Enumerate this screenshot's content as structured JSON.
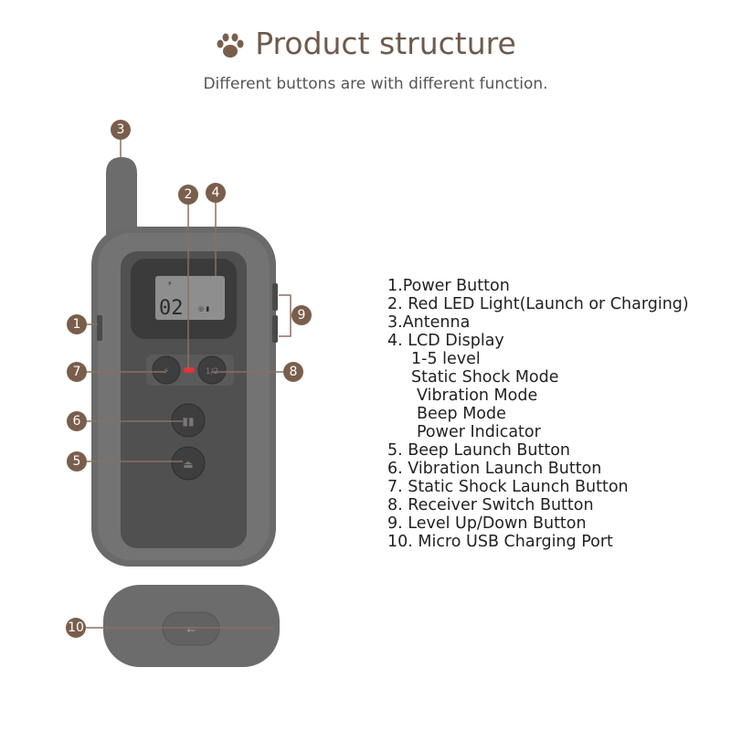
{
  "header": {
    "title": "Product structure",
    "subtitle": "Different buttons are with different function.",
    "icon": "paw-icon"
  },
  "lcd": {
    "level": "02"
  },
  "callouts": [
    "1",
    "2",
    "3",
    "4",
    "5",
    "6",
    "7",
    "8",
    "9",
    "10"
  ],
  "legend": [
    {
      "text": "1.Power Button",
      "indent": 0
    },
    {
      "text": "2. Red LED Light(Launch or Charging)",
      "indent": 0
    },
    {
      "text": "3.Antenna",
      "indent": 0
    },
    {
      "text": "4. LCD Display",
      "indent": 0
    },
    {
      "text": "1-5 level",
      "indent": 1
    },
    {
      "text": "Static Shock Mode",
      "indent": 1
    },
    {
      "text": "Vibration Mode",
      "indent": 2
    },
    {
      "text": "Beep Mode",
      "indent": 2
    },
    {
      "text": "Power Indicator",
      "indent": 2
    },
    {
      "text": "5. Beep Launch Button",
      "indent": 0
    },
    {
      "text": "6. Vibration Launch Button",
      "indent": 0
    },
    {
      "text": "7. Static Shock Launch Button",
      "indent": 0
    },
    {
      "text": "8. Receiver Switch Button",
      "indent": 0
    },
    {
      "text": "9. Level Up/Down Button",
      "indent": 0
    },
    {
      "text": "10. Micro USB Charging Port",
      "indent": 0
    }
  ],
  "colors": {
    "accent": "#7a5e4c",
    "device": "#6a6a6a",
    "face": "#4f4f4f",
    "led": "#e8323a"
  }
}
